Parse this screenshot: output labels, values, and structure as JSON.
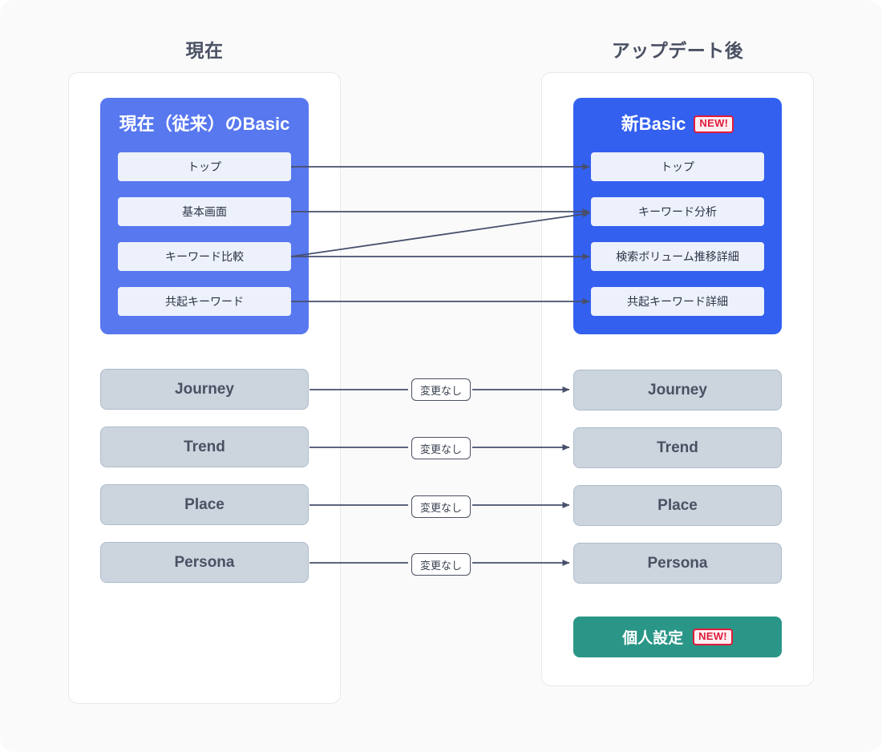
{
  "columns": {
    "left_title": "現在",
    "right_title": "アップデート後"
  },
  "left_card": {
    "title": "現在（従来）のBasic",
    "color": "#5878ef",
    "items": [
      {
        "label": "トップ"
      },
      {
        "label": "基本画面"
      },
      {
        "label": "キーワード比較"
      },
      {
        "label": "共起キーワード"
      }
    ]
  },
  "right_card": {
    "title": "新Basic",
    "badge": "NEW!",
    "color": "#3360ef",
    "items": [
      {
        "label": "トップ"
      },
      {
        "label": "キーワード分析"
      },
      {
        "label": "検索ボリューム推移詳細"
      },
      {
        "label": "共起キーワード詳細"
      }
    ]
  },
  "left_modules": [
    {
      "label": "Journey"
    },
    {
      "label": "Trend"
    },
    {
      "label": "Place"
    },
    {
      "label": "Persona"
    }
  ],
  "right_modules": [
    {
      "label": "Journey"
    },
    {
      "label": "Trend"
    },
    {
      "label": "Place"
    },
    {
      "label": "Persona"
    }
  ],
  "edge_labels": [
    {
      "text": "変更なし"
    },
    {
      "text": "変更なし"
    },
    {
      "text": "変更なし"
    },
    {
      "text": "変更なし"
    }
  ],
  "new_feature": {
    "label": "個人設定",
    "badge": "NEW!",
    "color": "#2a9688"
  },
  "colors": {
    "page_background": "#fafafa",
    "panel_background": "#ffffff",
    "panel_border": "#e7e9ed",
    "card_item_background": "#edf1fc",
    "module_background": "#ccd4de",
    "module_border": "#aebccb",
    "arrow": "#474f6b",
    "badge_red": "#e01b3c",
    "text_dark": "#4a5163"
  }
}
